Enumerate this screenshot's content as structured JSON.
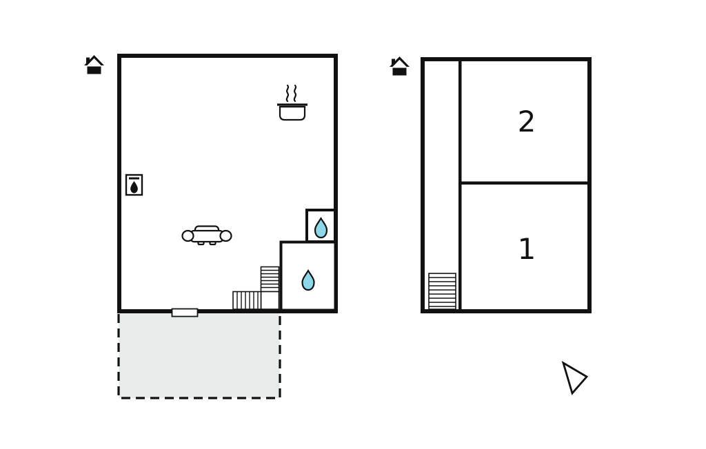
{
  "colors": {
    "wall": "#111111",
    "water_drop": "#8ed7e8",
    "terrace_fill": "#e8ecea"
  },
  "ground_floor_plan": {
    "icons": [
      "house-icon",
      "steam-pot-icon",
      "fireplace-icon",
      "sofa-icon",
      "water-drop-icon",
      "water-drop-icon",
      "l-stairs-icon",
      "door-marker",
      "terrace-area"
    ]
  },
  "upper_floor_plan": {
    "rooms": [
      {
        "label": "2"
      },
      {
        "label": "1"
      }
    ],
    "icons": [
      "house-icon",
      "stairs-icon"
    ]
  },
  "compass": {
    "icon": "direction-arrow-icon"
  }
}
